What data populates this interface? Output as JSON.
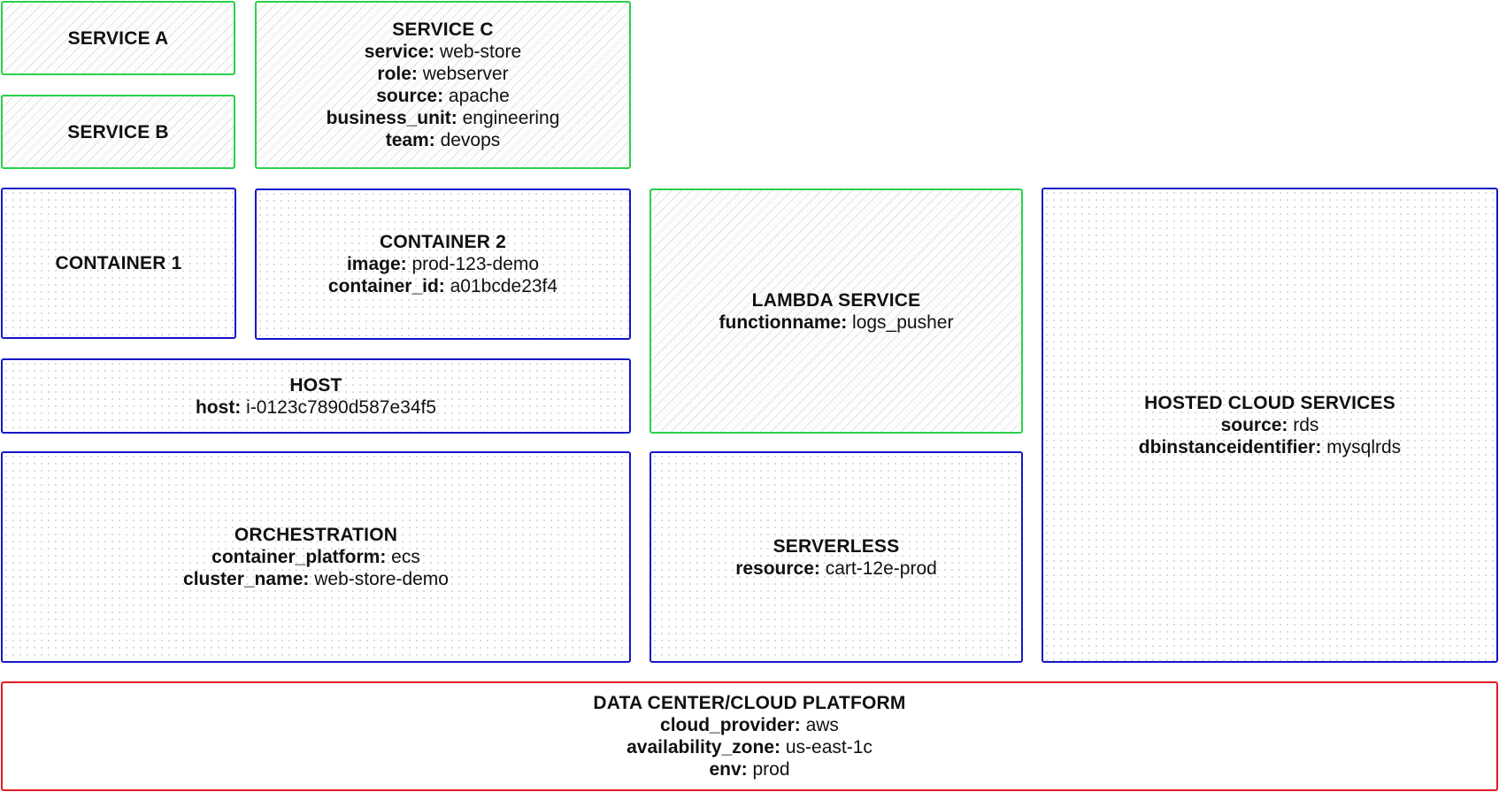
{
  "service_a": {
    "title": "SERVICE A"
  },
  "service_b": {
    "title": "SERVICE B"
  },
  "service_c": {
    "title": "SERVICE C",
    "attrs": [
      {
        "key": "service:",
        "value": " web-store"
      },
      {
        "key": "role:",
        "value": " webserver"
      },
      {
        "key": "source:",
        "value": " apache"
      },
      {
        "key": "business_unit:",
        "value": " engineering"
      },
      {
        "key": "team:",
        "value": " devops"
      }
    ]
  },
  "container_1": {
    "title": "CONTAINER 1"
  },
  "container_2": {
    "title": "CONTAINER 2",
    "attrs": [
      {
        "key": "image:",
        "value": " prod-123-demo"
      },
      {
        "key": "container_id:",
        "value": " a01bcde23f4"
      }
    ]
  },
  "lambda_service": {
    "title": "LAMBDA SERVICE",
    "attrs": [
      {
        "key": "functionname:",
        "value": " logs_pusher"
      }
    ]
  },
  "hosted_cloud_services": {
    "title": "HOSTED CLOUD SERVICES",
    "attrs": [
      {
        "key": "source:",
        "value": " rds"
      },
      {
        "key": "dbinstanceidentifier:",
        "value": " mysqlrds"
      }
    ]
  },
  "host": {
    "title": "HOST",
    "attrs": [
      {
        "key": "host:",
        "value": " i-0123c7890d587e34f5"
      }
    ]
  },
  "orchestration": {
    "title": "ORCHESTRATION",
    "attrs": [
      {
        "key": "container_platform:",
        "value": " ecs"
      },
      {
        "key": "cluster_name:",
        "value": " web-store-demo"
      }
    ]
  },
  "serverless": {
    "title": "SERVERLESS",
    "attrs": [
      {
        "key": "resource:",
        "value": " cart-12e-prod"
      }
    ]
  },
  "data_center": {
    "title": "DATA CENTER/CLOUD PLATFORM",
    "attrs": [
      {
        "key": "cloud_provider:",
        "value": " aws"
      },
      {
        "key": "availability_zone:",
        "value": " us-east-1c"
      },
      {
        "key": "env:",
        "value": " prod"
      }
    ]
  },
  "colors": {
    "service_border": "#2ad14a",
    "infrastructure_border": "#1616c8",
    "platform_border": "#e01b24"
  }
}
